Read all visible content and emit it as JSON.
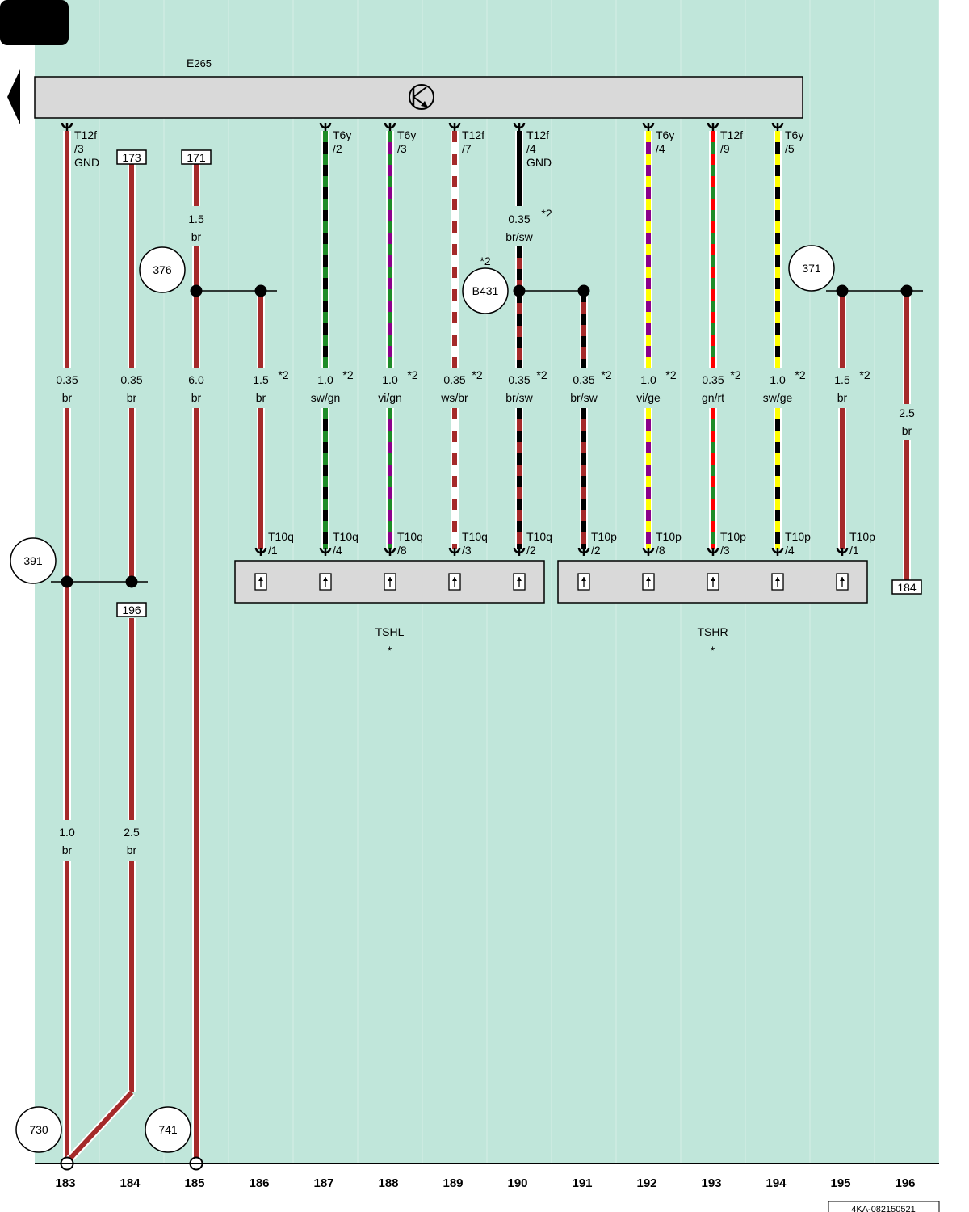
{
  "colors": {
    "background": "#c0e6da",
    "br": "#a52a2a",
    "sw": "#000000",
    "gn": "#1e8c28",
    "vi": "#8b008b",
    "ws": "#ffffff",
    "ge": "#ffff00",
    "rt": "#ff0000",
    "component_fill": "#d9d9d9"
  },
  "component": {
    "label": "E",
    "suffix": "265"
  },
  "icons": {
    "component_symbol": "transistor-icon",
    "nav": "arrow-left-icon"
  },
  "wires": [
    {
      "col": "183",
      "pin": [
        "T12f",
        "/3",
        "GND"
      ],
      "gauge": "0.35",
      "color": "br"
    },
    {
      "col": "184",
      "ref": "173",
      "gauge": "0.35",
      "color": "br"
    },
    {
      "col": "185",
      "ref": "171",
      "gauge_top": "1.5",
      "color_top": "br",
      "gauge": "6.0",
      "color": "br"
    },
    {
      "col": "186",
      "gauge": "1.5",
      "color": "br",
      "note": "*2",
      "bottom_pin": [
        "T10q",
        "/1"
      ]
    },
    {
      "col": "187",
      "pin": [
        "T6y",
        "/2"
      ],
      "gauge": "1.0",
      "color": "sw/gn",
      "note": "*2",
      "bottom_pin": [
        "T10q",
        "/4"
      ]
    },
    {
      "col": "188",
      "pin": [
        "T6y",
        "/3"
      ],
      "gauge": "1.0",
      "color": "vi/gn",
      "note": "*2",
      "bottom_pin": [
        "T10q",
        "/8"
      ]
    },
    {
      "col": "189",
      "pin": [
        "T12f",
        "/7"
      ],
      "gauge": "0.35",
      "color": "ws/br",
      "note": "*2",
      "bottom_pin": [
        "T10q",
        "/3"
      ]
    },
    {
      "col": "190",
      "pin": [
        "T12f",
        "/4",
        "GND"
      ],
      "gauge_top": "0.35",
      "color_top": "br/sw",
      "gauge": "0.35",
      "color": "br/sw",
      "note": "*2",
      "bottom_pin": [
        "T10q",
        "/2"
      ]
    },
    {
      "col": "191",
      "gauge": "0.35",
      "color": "br/sw",
      "note": "*2",
      "bottom_pin": [
        "T10p",
        "/2"
      ]
    },
    {
      "col": "192",
      "pin": [
        "T6y",
        "/4"
      ],
      "gauge": "1.0",
      "color": "vi/ge",
      "note": "*2",
      "bottom_pin": [
        "T10p",
        "/8"
      ]
    },
    {
      "col": "193",
      "pin": [
        "T12f",
        "/9"
      ],
      "gauge": "0.35",
      "color": "gn/rt",
      "note": "*2",
      "bottom_pin": [
        "T10p",
        "/3"
      ]
    },
    {
      "col": "194",
      "pin": [
        "T6y",
        "/5"
      ],
      "gauge": "1.0",
      "color": "sw/ge",
      "note": "*2",
      "bottom_pin": [
        "T10p",
        "/4"
      ]
    },
    {
      "col": "195",
      "gauge": "1.5",
      "color": "br",
      "note": "*2",
      "bottom_pin": [
        "T10p",
        "/1"
      ]
    },
    {
      "col": "196",
      "gauge": "2.5",
      "color": "br",
      "ref_bottom": "184"
    }
  ],
  "lower_wires": [
    {
      "col": "183",
      "gauge": "1.0",
      "color": "br"
    },
    {
      "col": "184",
      "ref": "196",
      "gauge": "2.5",
      "color": "br"
    }
  ],
  "notes": {
    "top_note_190": "*2",
    "b431_note": "*2"
  },
  "connections": [
    "376",
    "B431",
    "371",
    "391",
    "730",
    "741"
  ],
  "connectors": [
    {
      "label": "TSHL",
      "star": "*"
    },
    {
      "label": "TSHR",
      "star": "*"
    }
  ],
  "columns": [
    "183",
    "184",
    "185",
    "186",
    "187",
    "188",
    "189",
    "190",
    "191",
    "192",
    "193",
    "194",
    "195",
    "196"
  ],
  "page_id": "4KA-082150521"
}
